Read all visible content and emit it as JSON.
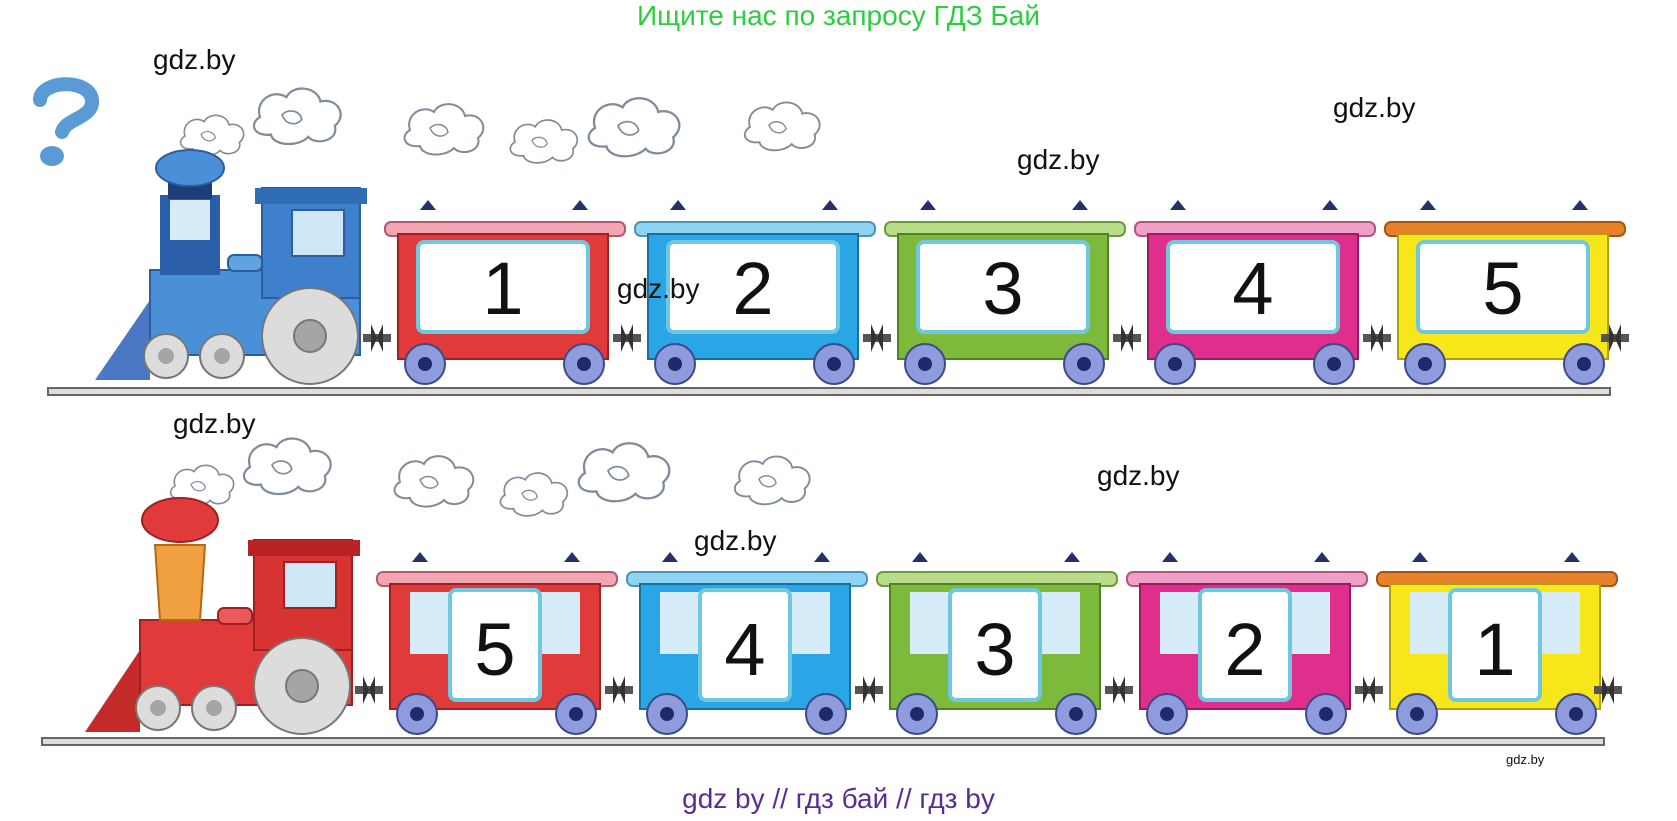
{
  "banner_top": "Ищите нас по запросу ГДЗ Бай",
  "banner_bottom": "gdz by  //  гдз бай  //  гдз by",
  "watermarks": {
    "wm1": "gdz.by",
    "wm2": "gdz.by",
    "wm3": "gdz.by",
    "wm4": "gdz.by",
    "wm5": "gdz.by",
    "wm6": "gdz.by",
    "wm7": "gdz.by",
    "wm_small": "gdz.by"
  },
  "trains": {
    "top": {
      "engine_color": "#4a90d9",
      "wagons": [
        {
          "number": "1",
          "color": "#e03a3a",
          "roof": "#f2a6b4"
        },
        {
          "number": "2",
          "color": "#2aa6e6",
          "roof": "#8fd3f2"
        },
        {
          "number": "3",
          "color": "#7dba3c",
          "roof": "#b8dc8a"
        },
        {
          "number": "4",
          "color": "#e02e8c",
          "roof": "#f0a0c8"
        },
        {
          "number": "5",
          "color": "#f6e61a",
          "roof": "#e8822a"
        }
      ]
    },
    "bottom": {
      "engine_color": "#e03a3a",
      "wagons": [
        {
          "number": "5",
          "color": "#e03a3a",
          "roof": "#f2a6b4"
        },
        {
          "number": "4",
          "color": "#2aa6e6",
          "roof": "#8fd3f2"
        },
        {
          "number": "3",
          "color": "#7dba3c",
          "roof": "#b8dc8a"
        },
        {
          "number": "2",
          "color": "#e02e8c",
          "roof": "#f0a0c8"
        },
        {
          "number": "1",
          "color": "#f6e61a",
          "roof": "#e8822a"
        }
      ]
    }
  }
}
